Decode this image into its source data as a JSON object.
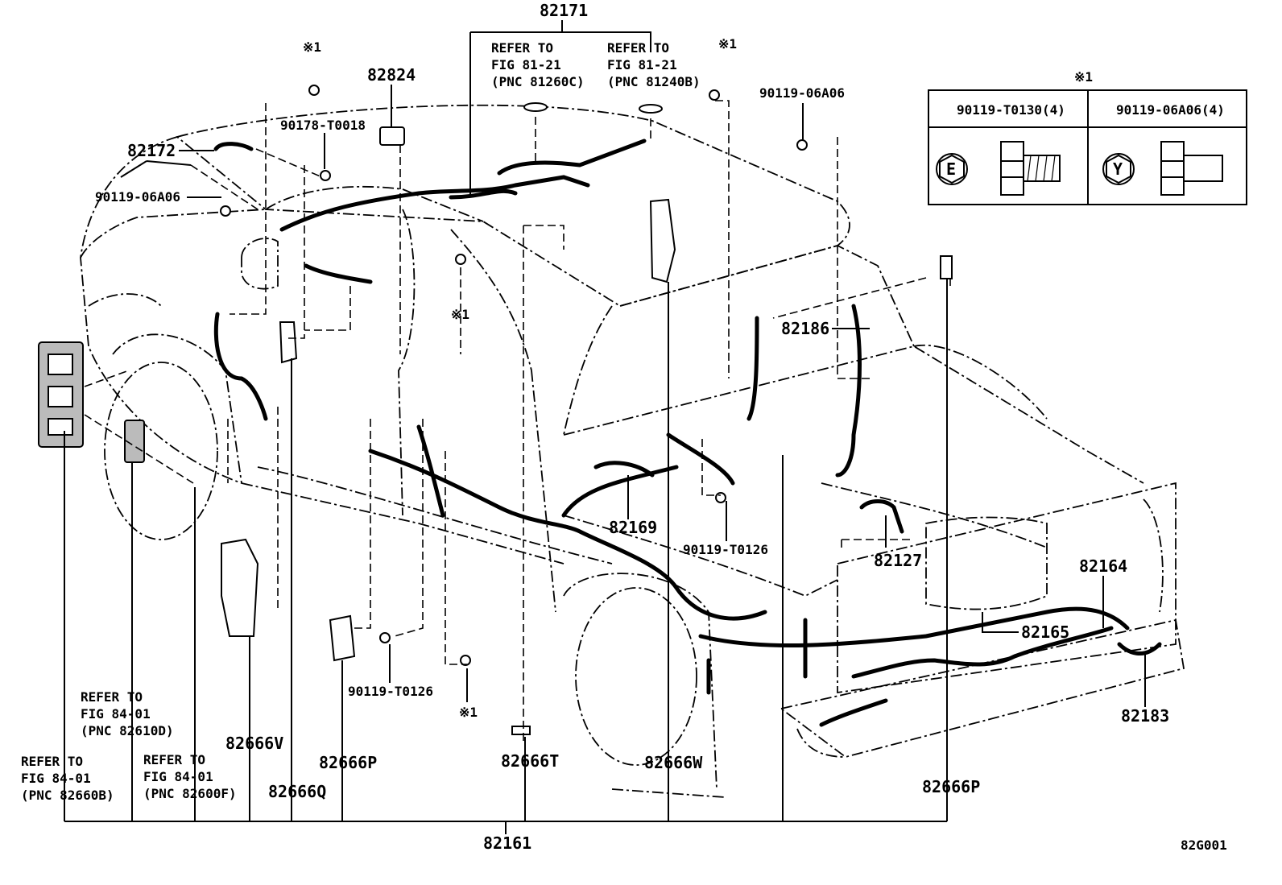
{
  "labels": {
    "p82171": "82171",
    "p82824": "82824",
    "p82172": "82172",
    "p90178": "90178-T0018",
    "p90119_06A06_left": "90119-06A06",
    "p90119_06A06_right": "90119-06A06",
    "mark_1a": "※1",
    "mark_1b": "※1",
    "mark_1c": "※1",
    "mark_1d": "※1",
    "mark_1e": "※1",
    "refer_c_1": "REFER TO",
    "refer_c_2": "FIG 81-21",
    "refer_c_3": "(PNC 81260C)",
    "refer_b_1": "REFER TO",
    "refer_b_2": "FIG 81-21",
    "refer_b_3": "(PNC 81240B)",
    "p82186": "82186",
    "p82169": "82169",
    "p90119_T0126_right": "90119-T0126",
    "p82127": "82127",
    "p82164": "82164",
    "p82165": "82165",
    "p82183": "82183",
    "p90119_T0126_left": "90119-T0126",
    "refer_d_1": "REFER TO",
    "refer_d_2": "FIG 84-01",
    "refer_d_3": "(PNC 82610D)",
    "refer_b2_1": "REFER TO",
    "refer_b2_2": "FIG 84-01",
    "refer_b2_3": "(PNC 82660B)",
    "refer_f_1": "REFER TO",
    "refer_f_2": "FIG 84-01",
    "refer_f_3": "(PNC 82600F)",
    "p82666V": "82666V",
    "p82666Q": "82666Q",
    "p82666P_left": "82666P",
    "p82666T": "82666T",
    "p82666W": "82666W",
    "p82666P_right": "82666P",
    "p82161": "82161",
    "fig_code": "82G001"
  },
  "legend": {
    "mark": "※1",
    "col1_header": "90119-T0130(4)",
    "col2_header": "90119-06A06(4)",
    "col1_symbol": "E",
    "col2_symbol": "Y"
  }
}
